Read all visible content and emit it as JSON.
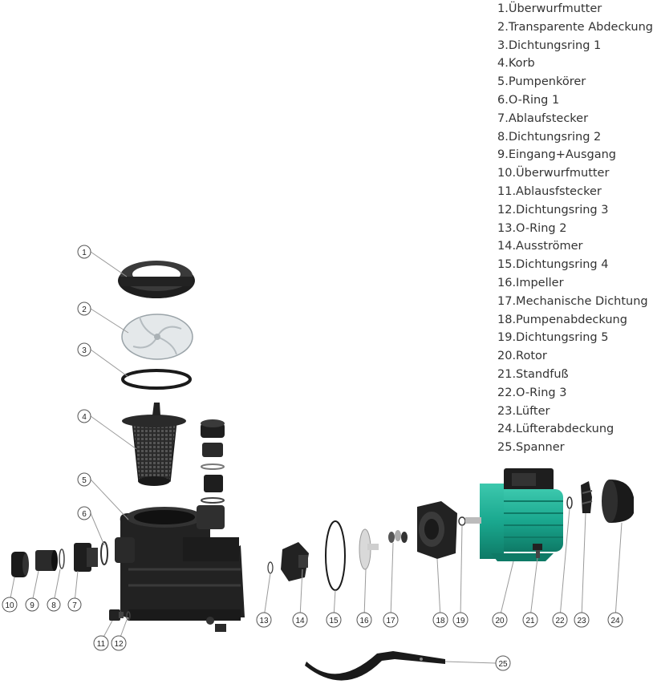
{
  "legend": {
    "items": [
      "1.Überwurfmutter",
      "2.Transparente Abdeckung",
      "3.Dichtungsring 1",
      "4.Korb",
      "5.Pumpenkörer",
      "6.O-Ring 1",
      "7.Ablaufstecker",
      "8.Dichtungsring 2",
      "9.Eingang+Ausgang",
      "10.Überwurfmutter",
      "11.Ablausfstecker",
      "12.Dichtungsring 3",
      "13.O-Ring 2",
      "14.Ausströmer",
      "15.Dichtungsring 4",
      "16.Impeller",
      "17.Mechanische Dichtung",
      "18.Pumpenabdeckung",
      "19.Dichtungsring 5",
      "20.Rotor",
      "21.Standfuß",
      "22.O-Ring 3",
      "23.Lüfter",
      "24.Lüfterabdeckung",
      "25.Spanner"
    ]
  },
  "callouts": [
    "1",
    "2",
    "3",
    "4",
    "5",
    "6",
    "7",
    "8",
    "9",
    "10",
    "11",
    "12",
    "13",
    "14",
    "15",
    "16",
    "17",
    "18",
    "19",
    "20",
    "21",
    "22",
    "23",
    "24",
    "25"
  ],
  "colors": {
    "motor_teal": "#1aa88f",
    "motor_teal_dark": "#0e7a66",
    "part_dark": "#2a2a2a",
    "part_mid": "#444444",
    "basket_transparent": "#d9dde0",
    "text": "#333333"
  }
}
